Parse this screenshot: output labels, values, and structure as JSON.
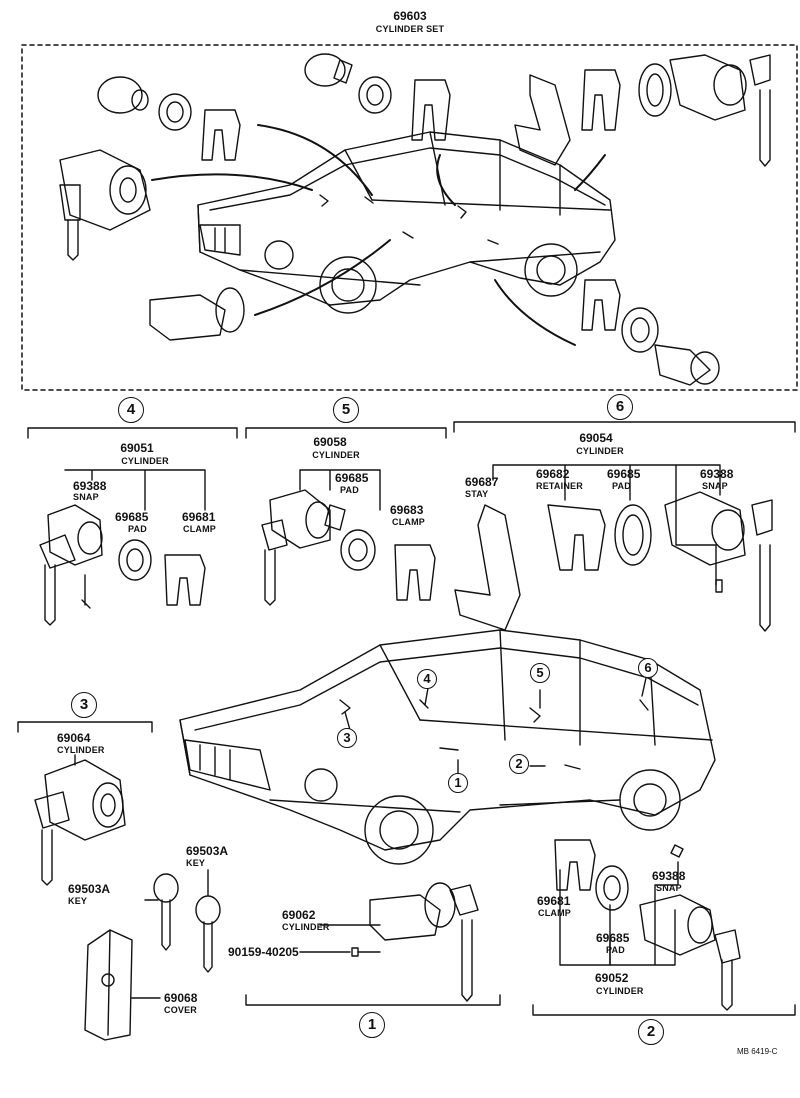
{
  "set": {
    "number": "69603",
    "name": "CYLINDER SET"
  },
  "groups": {
    "g4": {
      "mark": "4",
      "cyl_no": "69051",
      "cyl_name": "CYLINDER",
      "snap_no": "69388",
      "snap_name": "SNAP",
      "pad_no": "69685",
      "pad_name": "PAD",
      "clamp_no": "69681",
      "clamp_name": "CLAMP"
    },
    "g5": {
      "mark": "5",
      "cyl_no": "69058",
      "cyl_name": "CYLINDER",
      "pad_no": "69685",
      "pad_name": "PAD",
      "clamp_no": "69683",
      "clamp_name": "CLAMP"
    },
    "g6": {
      "mark": "6",
      "cyl_no": "69054",
      "cyl_name": "CYLINDER",
      "stay_no": "69687",
      "stay_name": "STAY",
      "ret_no": "69682",
      "ret_name": "RETAINER",
      "pad_no": "69685",
      "pad_name": "PAD",
      "snap_no": "69388",
      "snap_name": "SNAP"
    },
    "g3": {
      "mark": "3",
      "cyl_no": "69064",
      "cyl_name": "CYLINDER"
    },
    "g1": {
      "mark": "1",
      "cyl_no": "69062",
      "cyl_name": "CYLINDER",
      "bolt_no": "90159-40205"
    },
    "g2": {
      "mark": "2",
      "clamp_no": "69681",
      "clamp_name": "CLAMP",
      "snap_no": "69388",
      "snap_name": "SNAP",
      "pad_no": "69685",
      "pad_name": "PAD",
      "cyl_no": "69052",
      "cyl_name": "CYLINDER"
    }
  },
  "loose": {
    "key_a_no": "69503A",
    "key_a_name": "KEY",
    "key_b_no": "69503A",
    "key_b_name": "KEY",
    "cover_no": "69068",
    "cover_name": "COVER"
  },
  "car_marks": [
    "4",
    "5",
    "6",
    "3",
    "1",
    "2"
  ],
  "footer": {
    "code": "MB 6419-C"
  }
}
